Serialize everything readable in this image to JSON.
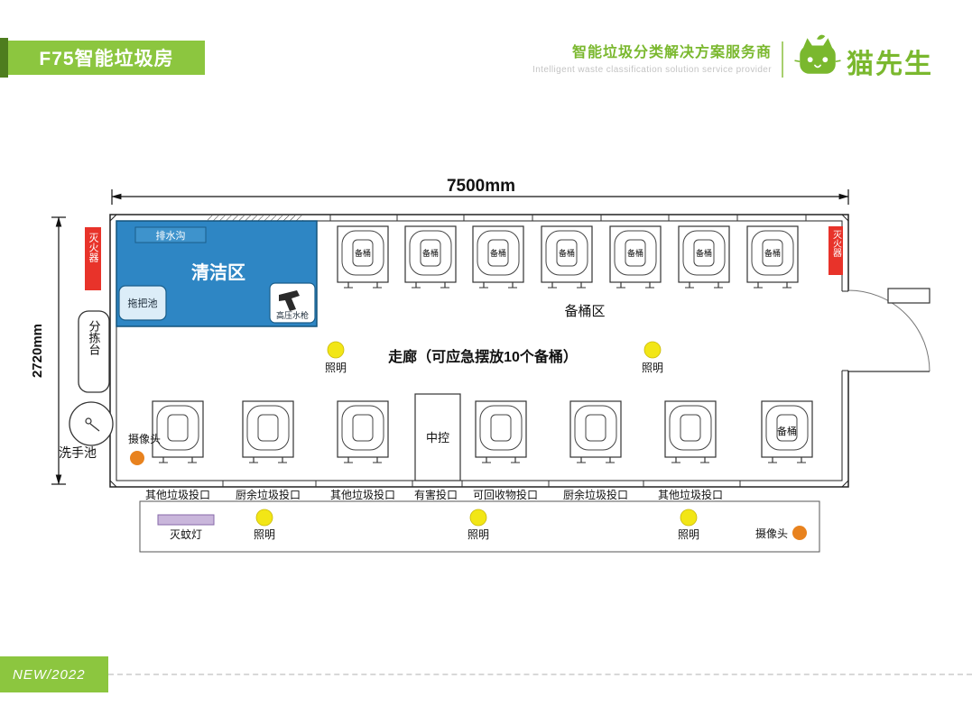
{
  "header": {
    "title": "F75智能垃圾房",
    "tagline_zh": "智能垃圾分类解决方案服务商",
    "tagline_en": "Intelligent waste classification solution service provider",
    "brand": "猫先生"
  },
  "plan": {
    "dim_width": "7500mm",
    "dim_height": "2720mm",
    "drain": "排水沟",
    "cleaning_area": "清洁区",
    "mop_pool": "拖把池",
    "water_gun": "高压水枪",
    "fire_extinguisher": "灭火器",
    "sorting_table": "分拣台",
    "wash_basin": "洗手池",
    "spare_bucket": "备桶",
    "spare_bucket_area": "备桶区",
    "corridor": "走廊（可应急摆放10个备桶）",
    "lighting": "照明",
    "camera": "摄像头",
    "central_control": "中控",
    "mosquito_lamp": "灭蚊灯",
    "inlets": [
      "其他垃圾投口",
      "厨余垃圾投口",
      "其他垃圾投口",
      "有害投口",
      "可回收物投口",
      "厨余垃圾投口",
      "其他垃圾投口"
    ]
  },
  "footer": {
    "badge": "NEW/2022"
  },
  "colors": {
    "brand_green": "#8CC63F",
    "brand_green_dark": "#4E7D1E",
    "cleaning_blue": "#2E86C4",
    "extinguisher_red": "#E8332A",
    "lighting_yellow": "#F2E616",
    "camera_orange": "#E8821E",
    "mosquito_purple": "#C9B6DB"
  }
}
